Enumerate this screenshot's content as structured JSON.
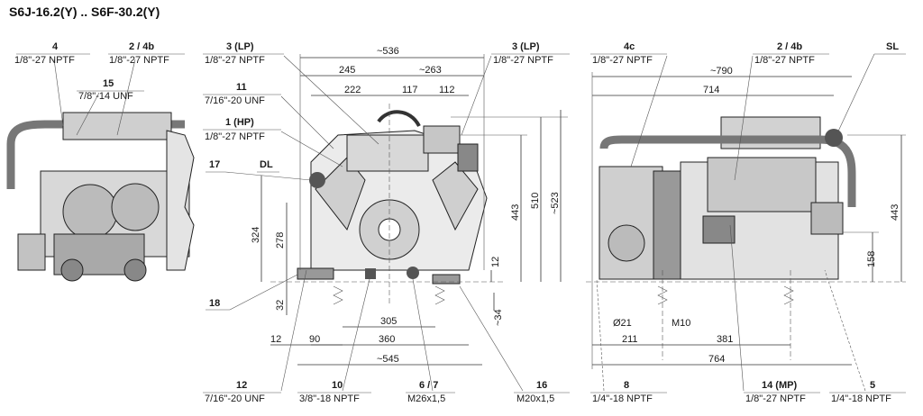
{
  "title": "S6J-16.2(Y) .. S6F-30.2(Y)",
  "left_view": {
    "c4": {
      "num": "4",
      "thread": "1/8\"-27 NPTF"
    },
    "c2_4b": {
      "num": "2 / 4b",
      "thread": "1/8\"-27 NPTF"
    },
    "c15": {
      "num": "15",
      "thread": "7/8\"-14 UNF"
    }
  },
  "center_view": {
    "c3lp_left": {
      "num": "3 (LP)",
      "thread": "1/8\"-27 NPTF"
    },
    "c11": {
      "num": "11",
      "thread": "7/16\"-20 UNF"
    },
    "c1hp": {
      "num": "1 (HP)",
      "thread": "1/8\"-27 NPTF"
    },
    "c17": "17",
    "cdl": "DL",
    "c18": "18",
    "c3lp_right": {
      "num": "3 (LP)",
      "thread": "1/8\"-27 NPTF"
    },
    "c12": {
      "num": "12",
      "thread": "7/16\"-20 UNF"
    },
    "c10": {
      "num": "10",
      "thread": "3/8\"-18 NPTF"
    },
    "c6_7": {
      "num": "6 / 7",
      "thread": "M26x1,5"
    },
    "c16": {
      "num": "16",
      "thread": "M20x1,5"
    },
    "dims": {
      "d536": "~536",
      "d245": "245",
      "d263": "~263",
      "d222": "222",
      "d117": "117",
      "d112": "112",
      "d324": "324",
      "d278": "278",
      "d32": "32",
      "d12v": "12",
      "d34": "~34",
      "d305": "305",
      "d12h": "12",
      "d90": "90",
      "d360": "360",
      "d545": "~545",
      "d443": "443",
      "d510": "510",
      "d523": "~523"
    }
  },
  "right_view": {
    "c4c": {
      "num": "4c",
      "thread": "1/8\"-27 NPTF"
    },
    "c2_4b": {
      "num": "2 / 4b",
      "thread": "1/8\"-27 NPTF"
    },
    "csl": "SL",
    "c8": {
      "num": "8",
      "thread": "1/4\"-18 NPTF"
    },
    "c14mp": {
      "num": "14 (MP)",
      "thread": "1/8\"-27 NPTF"
    },
    "c5": {
      "num": "5",
      "thread": "1/4\"-18 NPTF"
    },
    "dims": {
      "d790": "~790",
      "d714": "714",
      "d21": "Ø21",
      "dm10": "M10",
      "d211": "211",
      "d381": "381",
      "d764": "764",
      "d443": "443",
      "d158": "158"
    }
  }
}
